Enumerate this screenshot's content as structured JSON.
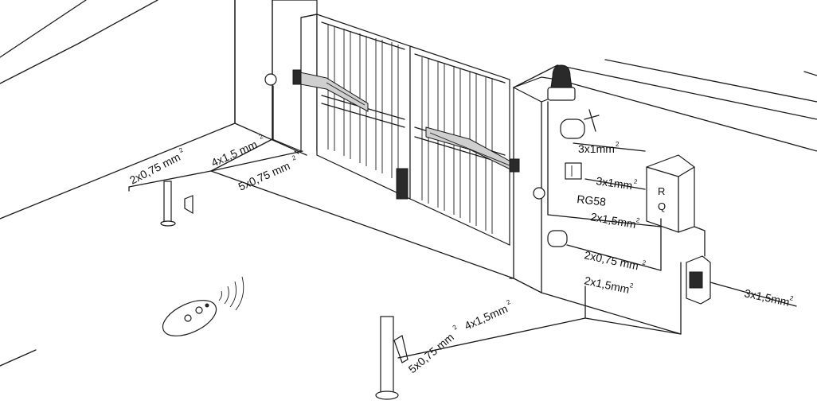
{
  "cables": {
    "c1": {
      "base": "2x0,75 mm",
      "sup": "2"
    },
    "c2": {
      "base": "4x1,5 mm",
      "sup": "2"
    },
    "c3": {
      "base": "5x0,75 mm",
      "sup": "2"
    },
    "c4": {
      "base": "3x1mm",
      "sup": "2"
    },
    "c5": {
      "base": "3x1mm",
      "sup": "2"
    },
    "c6": {
      "base": "RG58",
      "sup": ""
    },
    "c7": {
      "base": "2x1,5mm",
      "sup": "2"
    },
    "c8": {
      "base": "2x0,75 mm",
      "sup": "2"
    },
    "c9": {
      "base": "2x1,5mm",
      "sup": "2"
    },
    "c10": {
      "base": "3x1,5mm",
      "sup": "2"
    },
    "c11": {
      "base": "4x1,5mm",
      "sup": "2"
    },
    "c12": {
      "base": "5x0,75 mm",
      "sup": "2"
    }
  },
  "control_box": {
    "letter_top": "R",
    "letter_bottom": "Q"
  },
  "icons": {
    "flashing_lamp": "flashing-lamp-icon",
    "key_selector": "key-selector-icon",
    "photocell": "photocell-icon",
    "remote": "remote-control-icon",
    "radio_waves": "radio-waves-icon",
    "switch_box": "main-switch-icon"
  }
}
